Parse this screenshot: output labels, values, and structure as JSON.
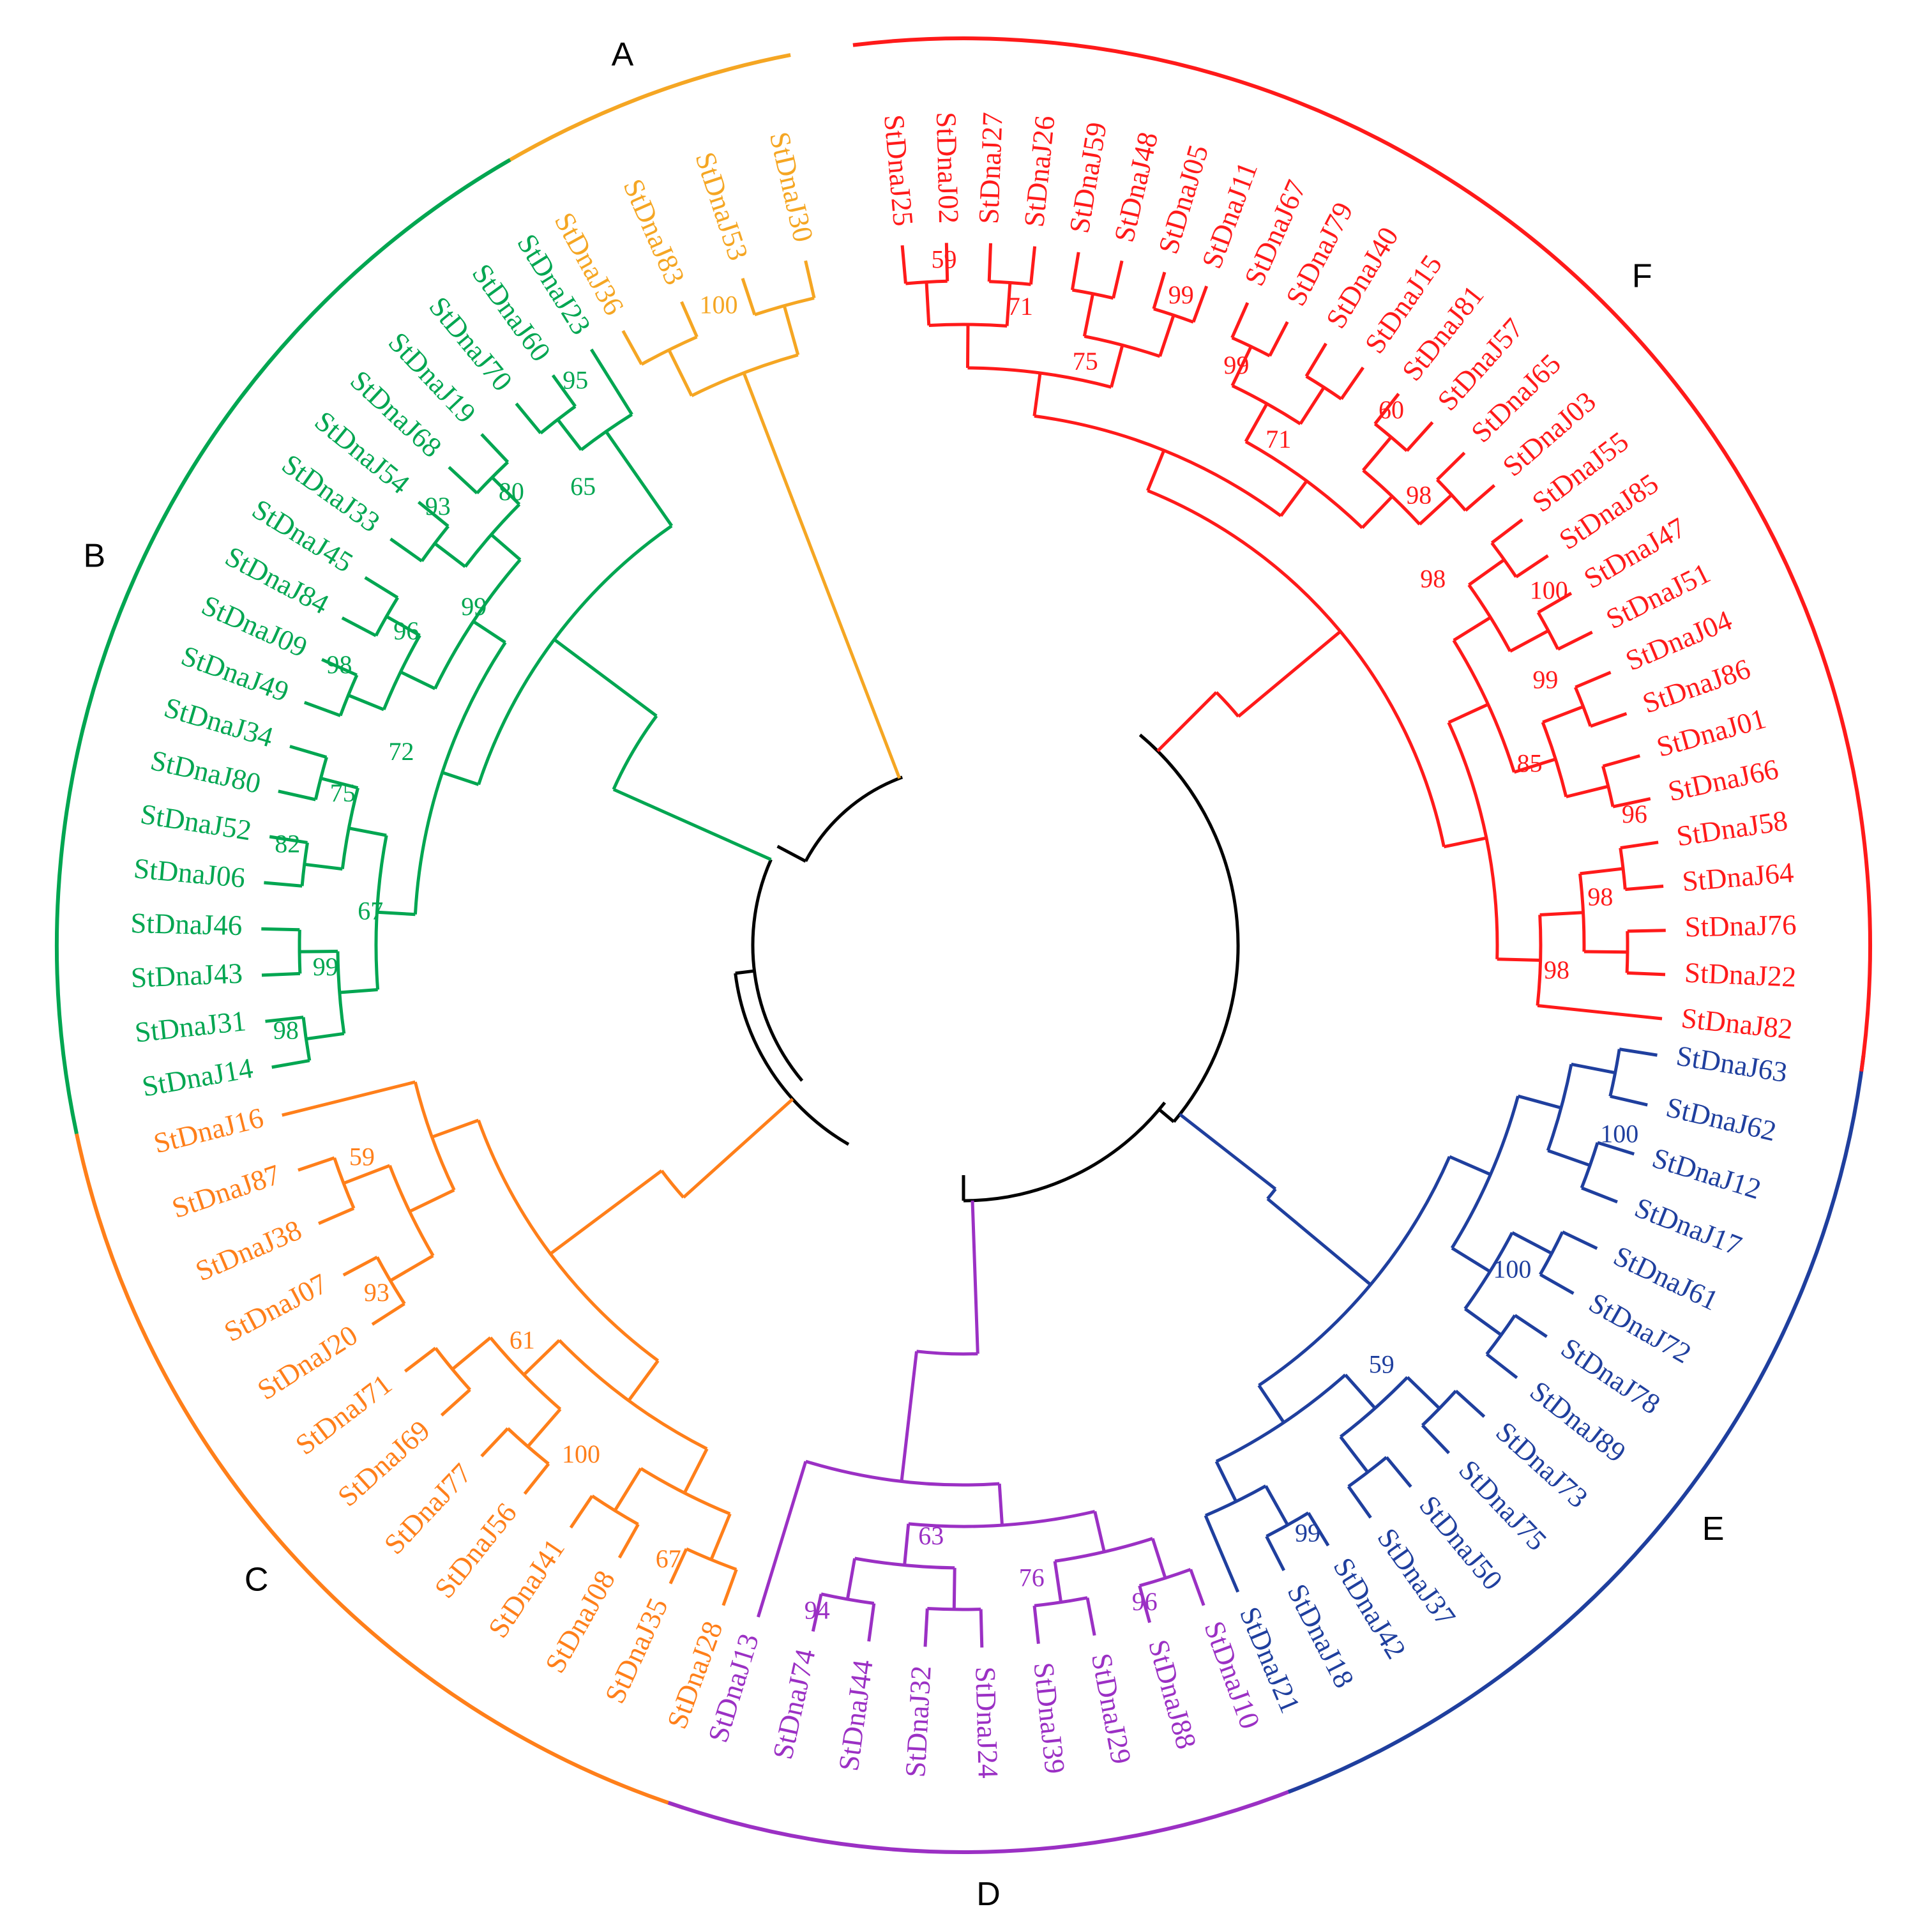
{
  "figure": {
    "type": "circular-phylogenetic-tree",
    "backbone_color": "#000000"
  },
  "clades": [
    {
      "id": "A",
      "label": "A",
      "color": "#f5a623",
      "leaves": [
        "StDnaJ36",
        "StDnaJ83",
        "StDnaJ53",
        "StDnaJ30"
      ],
      "bootstrap": [
        "100"
      ]
    },
    {
      "id": "B",
      "label": "B",
      "color": "#00a651",
      "leaves": [
        "StDnaJ14",
        "StDnaJ31",
        "StDnaJ43",
        "StDnaJ46",
        "StDnaJ06",
        "StDnaJ52",
        "StDnaJ80",
        "StDnaJ34",
        "StDnaJ49",
        "StDnaJ09",
        "StDnaJ84",
        "StDnaJ45",
        "StDnaJ33",
        "StDnaJ54",
        "StDnaJ68",
        "StDnaJ19",
        "StDnaJ70",
        "StDnaJ60",
        "StDnaJ23"
      ],
      "bootstrap": [
        "98",
        "99",
        "67",
        "82",
        "75",
        "72",
        "98",
        "96",
        "99",
        "93",
        "80",
        "65",
        "95"
      ]
    },
    {
      "id": "C",
      "label": "C",
      "color": "#ff7f1a",
      "leaves": [
        "StDnaJ28",
        "StDnaJ35",
        "StDnaJ08",
        "StDnaJ41",
        "StDnaJ56",
        "StDnaJ77",
        "StDnaJ69",
        "StDnaJ71",
        "StDnaJ20",
        "StDnaJ07",
        "StDnaJ38",
        "StDnaJ87",
        "StDnaJ16"
      ],
      "bootstrap": [
        "67",
        "100",
        "61",
        "93",
        "59"
      ]
    },
    {
      "id": "D",
      "label": "D",
      "color": "#9b30c4",
      "leaves": [
        "StDnaJ10",
        "StDnaJ88",
        "StDnaJ29",
        "StDnaJ39",
        "StDnaJ24",
        "StDnaJ32",
        "StDnaJ44",
        "StDnaJ74",
        "StDnaJ13"
      ],
      "bootstrap": [
        "96",
        "76",
        "63",
        "94"
      ]
    },
    {
      "id": "E",
      "label": "E",
      "color": "#1f3f9e",
      "leaves": [
        "StDnaJ63",
        "StDnaJ62",
        "StDnaJ12",
        "StDnaJ17",
        "StDnaJ61",
        "StDnaJ72",
        "StDnaJ78",
        "StDnaJ89",
        "StDnaJ73",
        "StDnaJ75",
        "StDnaJ50",
        "StDnaJ37",
        "StDnaJ42",
        "StDnaJ18",
        "StDnaJ21"
      ],
      "bootstrap": [
        "100",
        "100",
        "59",
        "99"
      ]
    },
    {
      "id": "F",
      "label": "F",
      "color": "#ff1a1a",
      "leaves": [
        "StDnaJ25",
        "StDnaJ02",
        "StDnaJ27",
        "StDnaJ26",
        "StDnaJ59",
        "StDnaJ48",
        "StDnaJ05",
        "StDnaJ11",
        "StDnaJ67",
        "StDnaJ79",
        "StDnaJ40",
        "StDnaJ15",
        "StDnaJ81",
        "StDnaJ57",
        "StDnaJ65",
        "StDnaJ03",
        "StDnaJ55",
        "StDnaJ85",
        "StDnaJ47",
        "StDnaJ51",
        "StDnaJ04",
        "StDnaJ86",
        "StDnaJ01",
        "StDnaJ66",
        "StDnaJ58",
        "StDnaJ64",
        "StDnaJ76",
        "StDnaJ22",
        "StDnaJ82"
      ],
      "bootstrap": [
        "59",
        "71",
        "75",
        "99",
        "99",
        "71",
        "60",
        "98",
        "98",
        "100",
        "99",
        "85",
        "96",
        "98",
        "98"
      ]
    }
  ]
}
